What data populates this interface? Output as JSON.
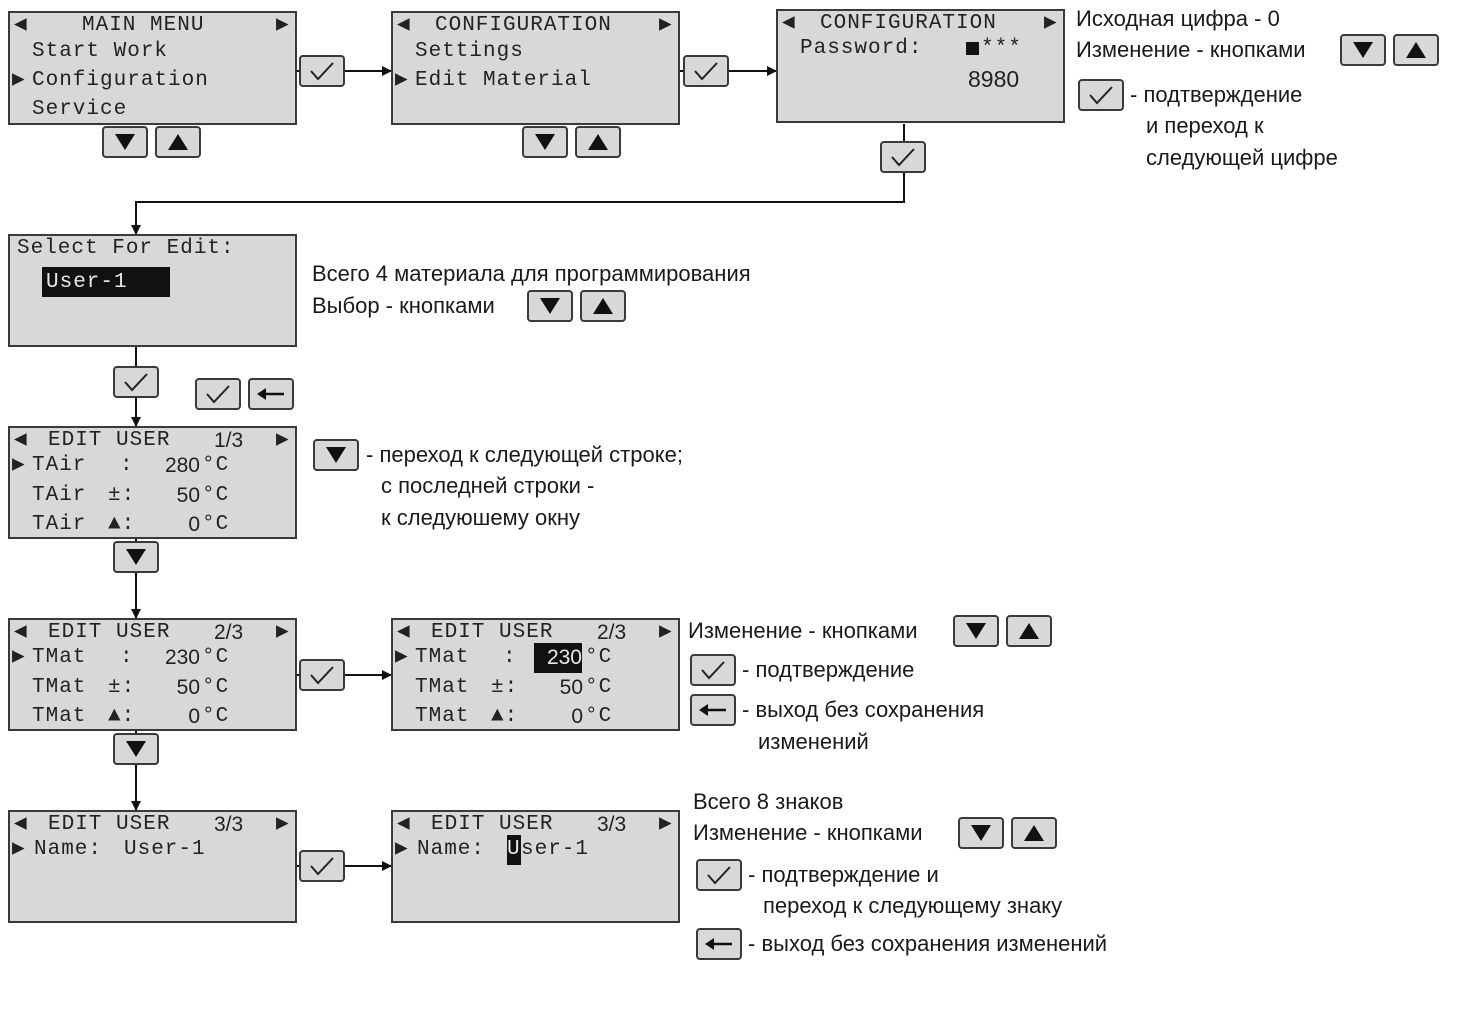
{
  "screens": {
    "main_menu": {
      "title": "MAIN MENU",
      "items": [
        "Start Work",
        "Configuration",
        "Service"
      ]
    },
    "config1": {
      "title": "CONFIGURATION",
      "items": [
        "Settings",
        "Edit Material"
      ]
    },
    "config2": {
      "title": "CONFIGURATION",
      "password_label": "Password:",
      "mask": "***",
      "value": "8980"
    },
    "select": {
      "title": "Select For Edit:",
      "value": "User-1"
    },
    "edit1": {
      "title": "EDIT USER",
      "page": "1/3",
      "rows": [
        {
          "label": "TAir",
          "sep": ":",
          "value": "280"
        },
        {
          "label": "TAir",
          "sep": "±:",
          "value": "50"
        },
        {
          "label": "TAir",
          "sep": "▲:",
          "value": "0"
        }
      ]
    },
    "edit2": {
      "title": "EDIT USER",
      "page": "2/3",
      "rows": [
        {
          "label": "TMat",
          "sep": ":",
          "value": "230"
        },
        {
          "label": "TMat",
          "sep": "±:",
          "value": "50"
        },
        {
          "label": "TMat",
          "sep": "▲:",
          "value": "0"
        }
      ]
    },
    "edit3": {
      "title": "EDIT USER",
      "page": "3/3",
      "name_label": "Name:",
      "name_value": "User-1",
      "name_first": "U",
      "name_rest": "ser-1"
    },
    "unit": "°C"
  },
  "notes": {
    "password": [
      "Исходная цифра - 0",
      "Изменение - кнопками",
      "- подтверждение",
      "и переход к",
      "следующей цифре"
    ],
    "select": [
      "Всего 4 материала для программирования",
      "Выбор - кнопками"
    ],
    "edit_nav": [
      "- переход к следующей строке;",
      "с последней строки -",
      "к следуюшему окну"
    ],
    "edit_value": [
      "Изменение - кнопками",
      "- подтверждение",
      "- выход без сохранения",
      "изменений"
    ],
    "edit_name": [
      "Всего 8 знаков",
      "Изменение - кнопками",
      "- подтверждение и",
      "переход к следующему знаку",
      "- выход без сохранения изменений"
    ]
  },
  "icons": [
    "triangle-left-icon",
    "triangle-right-icon",
    "triangle-down-icon",
    "triangle-up-icon",
    "checkmark-icon",
    "back-arrow-icon"
  ],
  "colors": {
    "lcd_bg": "#d8d8d8",
    "border": "#3a3a3a",
    "highlight": "#111111"
  }
}
